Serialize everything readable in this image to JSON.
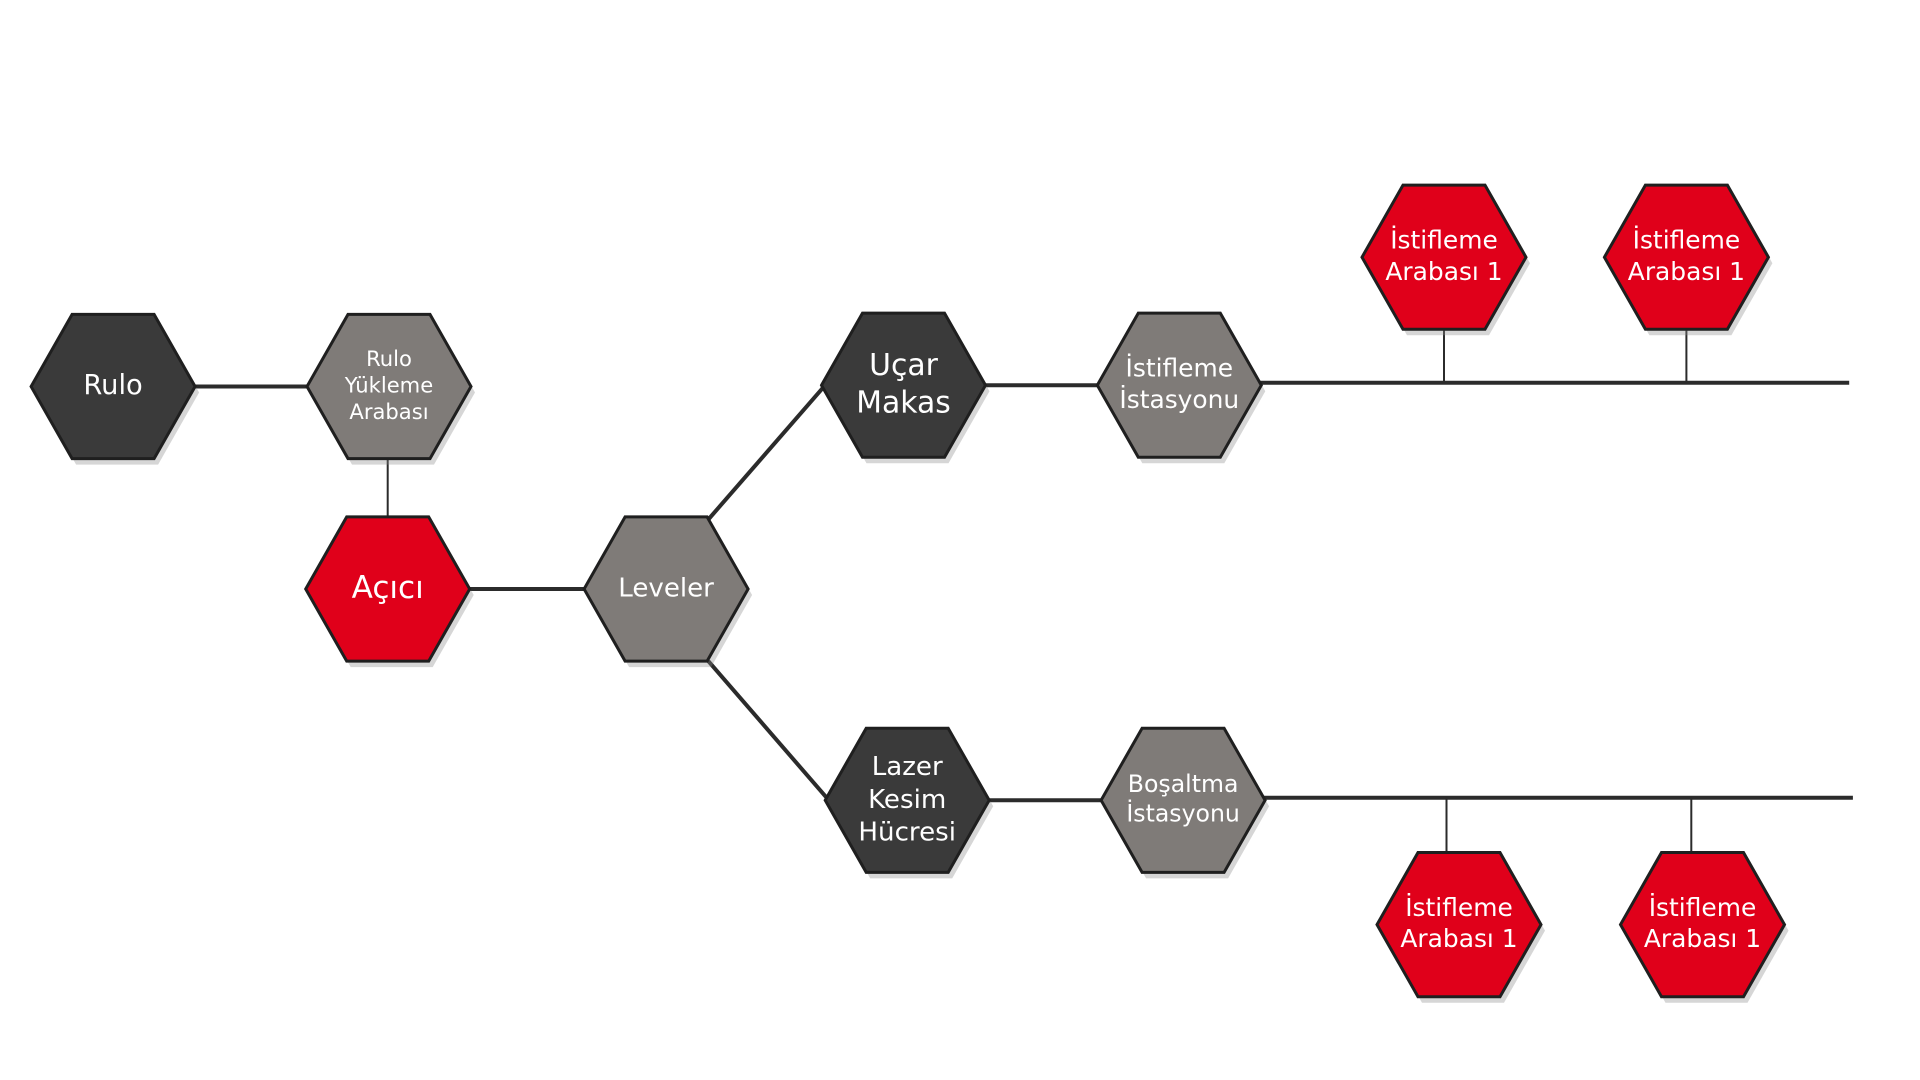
{
  "colors": {
    "dark": "#3a3a3a",
    "gray": "#7f7b78",
    "red": "#e0001a",
    "line": "#2b2b2b",
    "text": "#ffffff"
  },
  "nodes": {
    "rulo": {
      "label": [
        "Rulo"
      ],
      "color": "dark"
    },
    "rulo_yukleme": {
      "label": [
        "Rulo",
        "Yükleme",
        "Arabası"
      ],
      "color": "gray"
    },
    "acici": {
      "label": [
        "Açıcı"
      ],
      "color": "red"
    },
    "leveler": {
      "label": [
        "Leveler"
      ],
      "color": "gray"
    },
    "ucar_makas": {
      "label": [
        "Uçar",
        "Makas"
      ],
      "color": "dark"
    },
    "istifleme_istasyonu": {
      "label": [
        "İstifleme",
        "İstasyonu"
      ],
      "color": "gray"
    },
    "lazer_kesim": {
      "label": [
        "Lazer",
        "Kesim",
        "Hücresi"
      ],
      "color": "dark"
    },
    "bosaltma_istasyonu": {
      "label": [
        "Boşaltma",
        "İstasyonu"
      ],
      "color": "gray"
    },
    "istifleme_top_1": {
      "label": [
        "İstifleme",
        "Arabası 1"
      ],
      "color": "red"
    },
    "istifleme_top_2": {
      "label": [
        "İstifleme",
        "Arabası 1"
      ],
      "color": "red"
    },
    "istifleme_bottom_1": {
      "label": [
        "İstifleme",
        "Arabası 1"
      ],
      "color": "red"
    },
    "istifleme_bottom_2": {
      "label": [
        "İstifleme",
        "Arabası 1"
      ],
      "color": "red"
    }
  }
}
